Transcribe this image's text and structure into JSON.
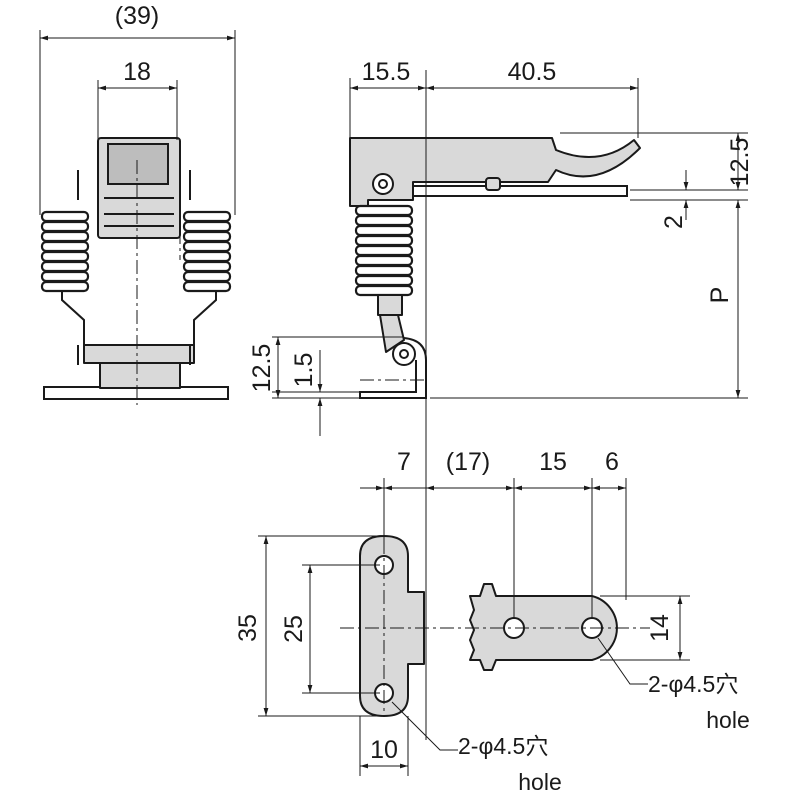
{
  "front_view": {
    "overall_width": "(39)",
    "inner_width": "18"
  },
  "side_view": {
    "left_offset": "15.5",
    "reach": "40.5",
    "top_height": "12.5",
    "tab_thickness": "2",
    "travel": "P",
    "base_height": "12.5",
    "plate_thickness": "1.5"
  },
  "strike_plate": {
    "edge_offset": "7",
    "gap": "(17)",
    "hole_pitch": "15",
    "end_offset": "6",
    "width": "14",
    "hole_note": "2-φ4.5穴",
    "hole_note_en": "hole"
  },
  "base_plate": {
    "height": "35",
    "hole_pitch": "25",
    "width": "10",
    "hole_note": "2-φ4.5穴",
    "hole_note_en": "hole"
  },
  "colors": {
    "line": "#1a1a1a",
    "metal": "#d9d9d9"
  }
}
